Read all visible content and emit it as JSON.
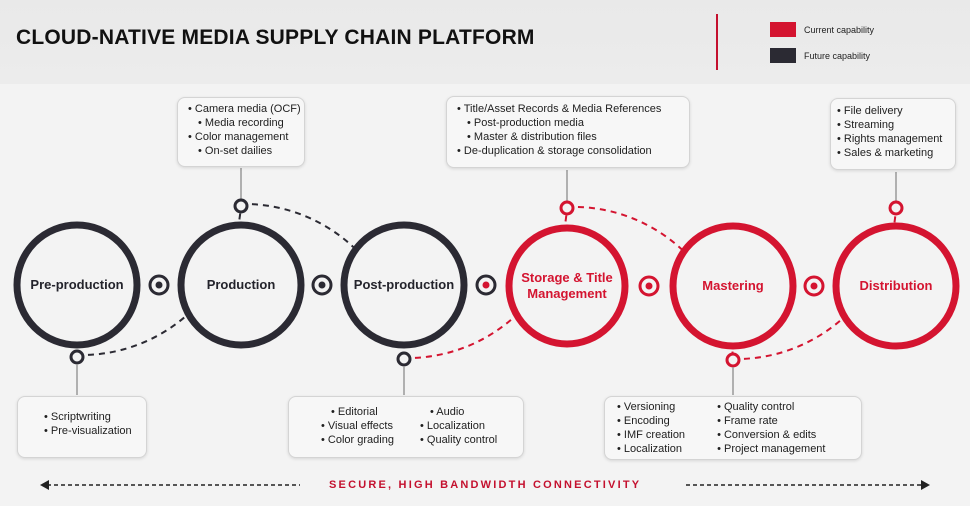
{
  "title": "CLOUD-NATIVE MEDIA SUPPLY CHAIN PLATFORM",
  "legend": {
    "current": {
      "label": "Current capability",
      "color": "#d41430"
    },
    "future": {
      "label": "Future capability",
      "color": "#2b2a33"
    }
  },
  "stages": [
    {
      "name": "Pre-production",
      "status": "future"
    },
    {
      "name": "Production",
      "status": "future"
    },
    {
      "name": "Post-production",
      "status": "future"
    },
    {
      "name": "Storage & Title Management",
      "status": "current"
    },
    {
      "name": "Mastering",
      "status": "current"
    },
    {
      "name": "Distribution",
      "status": "current"
    }
  ],
  "callouts": {
    "production": [
      "Camera media (OCF)",
      "Media recording",
      "Color management",
      "On-set dailies"
    ],
    "storage": [
      "Title/Asset Records & Media References",
      "Post-production media",
      "Master & distribution files",
      "De-duplication & storage consolidation"
    ],
    "distribution": [
      "File delivery",
      "Streaming",
      "Rights management",
      "Sales & marketing"
    ],
    "preproduction": [
      "Scriptwriting",
      "Pre-visualization"
    ],
    "postproduction": {
      "col1": [
        "Editorial",
        "Visual effects",
        "Color grading"
      ],
      "col2": [
        "Audio",
        "Localization",
        "Quality control"
      ]
    },
    "mastering": {
      "col1": [
        "Versioning",
        "Encoding",
        "IMF creation",
        "Localization"
      ],
      "col2": [
        "Quality control",
        "Frame rate",
        "Conversion & edits",
        "Project management"
      ]
    }
  },
  "footer": "SECURE, HIGH BANDWIDTH CONNECTIVITY"
}
